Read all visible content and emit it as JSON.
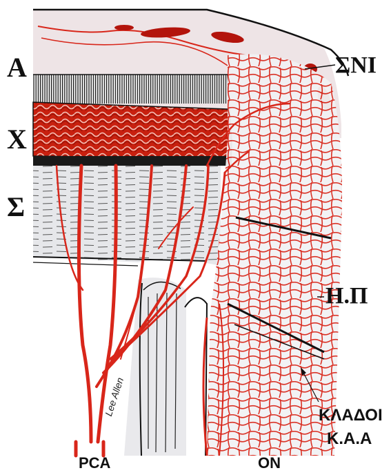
{
  "labels": {
    "layer_a": "A",
    "layer_x": "X",
    "layer_s": "Σ",
    "sni": "ΣΝΙ",
    "hp": "Η.Π",
    "kladoi": "ΚΛΑΔΟΙ",
    "kaa": "Κ.Α.Α",
    "pca": "PCA",
    "on": "ON",
    "artist": "Lee Allen"
  },
  "colors": {
    "vessel": "#d8261a",
    "vessel_dark": "#b3140c",
    "choroid_fill": "#c8200f",
    "sclera_bg": "#e6e7ea",
    "retina_bg": "#f0e4e4",
    "ink": "#111111"
  }
}
